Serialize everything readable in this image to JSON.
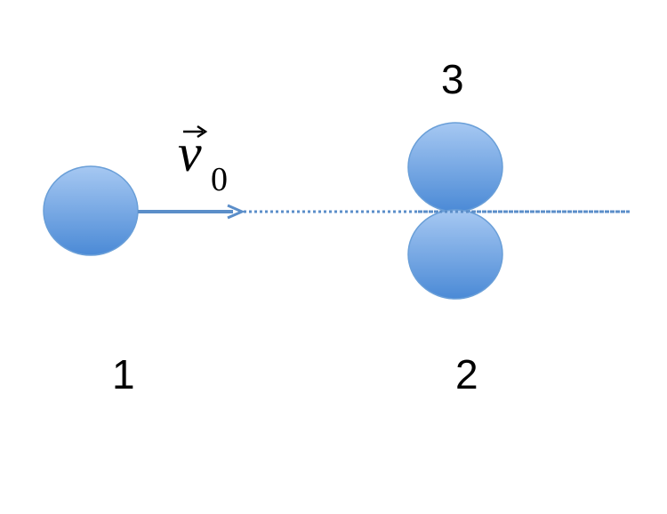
{
  "balls": [
    {
      "id": "1",
      "label": "1"
    },
    {
      "id": "2",
      "label": "2"
    },
    {
      "id": "3",
      "label": "3"
    }
  ],
  "velocity": {
    "symbol": "v",
    "subscript": "0"
  },
  "colors": {
    "ball_top": "#a6c8f2",
    "ball_bottom": "#4b8ad6",
    "ball_stroke": "#6a9fd8",
    "arrow": "#5b8ec9",
    "dotted_line": "#5b8ec9",
    "text": "#000000"
  }
}
